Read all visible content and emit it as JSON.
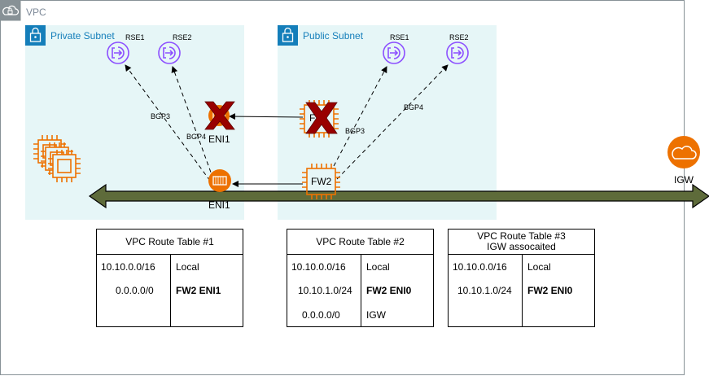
{
  "vpc": {
    "label": "VPC"
  },
  "private_subnet": {
    "label": "Private Subnet",
    "rse1_label": "RSE1",
    "rse2_label": "RSE2",
    "bgp3_label": "BGP3",
    "bgp4_label": "BGP4",
    "eni1_upper_label": "ENI1",
    "eni1_lower_label": "ENI1"
  },
  "public_subnet": {
    "label": "Public Subnet",
    "rse1_label": "RSE1",
    "rse2_label": "RSE2",
    "bgp3_label": "BGP3",
    "bgp4_label": "BGP4",
    "fw_failed_label": "F",
    "fw2_label": "FW2"
  },
  "igw": {
    "label": "IGW"
  },
  "route_tables": [
    {
      "title_lines": [
        "VPC Route Table #1"
      ],
      "rows": [
        {
          "destination": "10.10.0.0/16",
          "target": "Local",
          "bold": false
        },
        {
          "destination": "0.0.0.0/0",
          "target": "FW2 ENI1",
          "bold": true
        }
      ]
    },
    {
      "title_lines": [
        "VPC Route Table #2"
      ],
      "rows": [
        {
          "destination": "10.10.0.0/16",
          "target": "Local",
          "bold": false
        },
        {
          "destination": "10.10.1.0/24",
          "target": "FW2 ENI0",
          "bold": true
        },
        {
          "destination": "0.0.0.0/0",
          "target": "IGW",
          "bold": false
        }
      ]
    },
    {
      "title_lines": [
        "VPC Route Table #3",
        "IGW assocaited"
      ],
      "rows": [
        {
          "destination": "10.10.0.0/16",
          "target": "Local",
          "bold": false
        },
        {
          "destination": "10.10.1.0/24",
          "target": "FW2 ENI0",
          "bold": true
        }
      ]
    }
  ],
  "colors": {
    "subnet_fill": "#e6f6f7",
    "subnet_text": "#147eba",
    "instance_orange": "#ed7100",
    "endpoint_purple": "#8c4fff",
    "failure_red": "#990000",
    "igw_orange": "#ed7100",
    "arrow_fill": "#5e6b3a",
    "vpc_border": "#879196"
  }
}
